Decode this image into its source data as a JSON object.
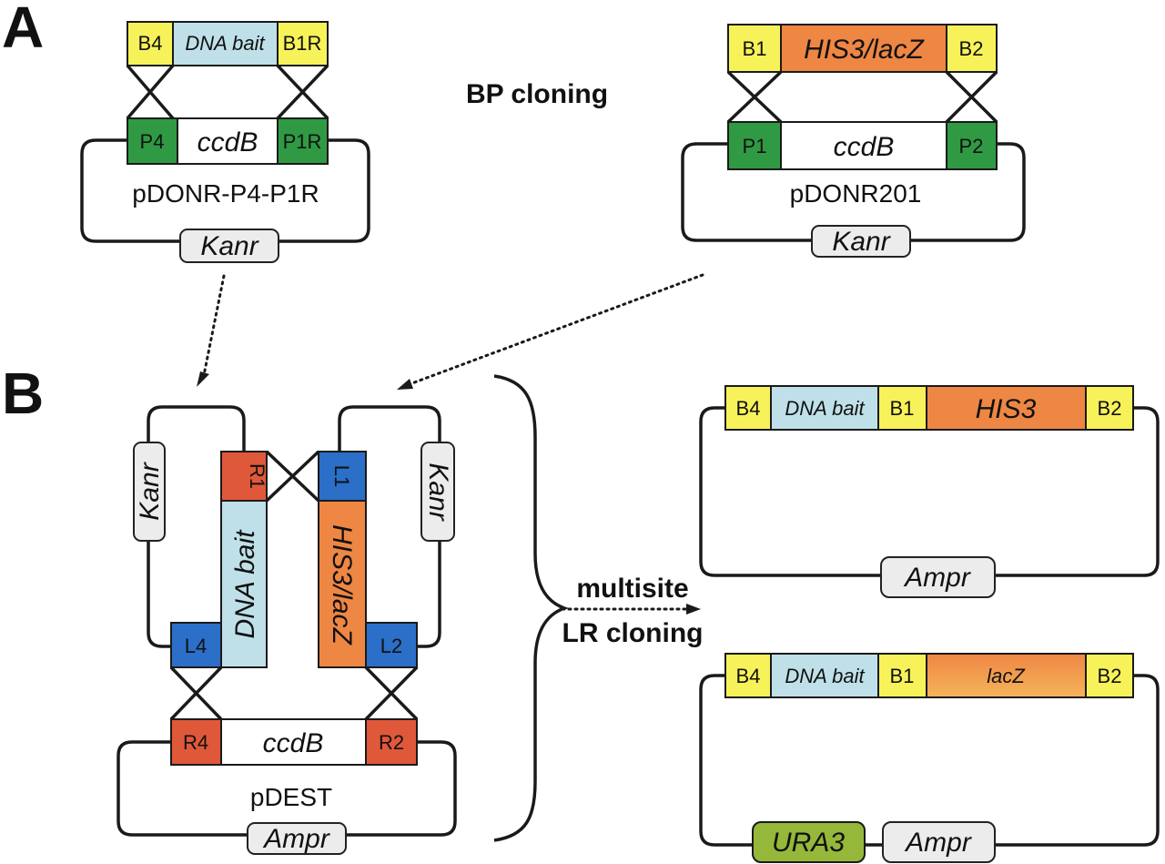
{
  "panel_a": {
    "letter": "A",
    "title": "BP cloning",
    "left_insert": {
      "site1": "B4",
      "gene": "DNA bait",
      "site2": "B1R"
    },
    "left_vector": {
      "site1": "P4",
      "gene": "ccdB",
      "site2": "P1R",
      "name": "pDONR-P4-P1R",
      "marker": "Kanr"
    },
    "right_insert": {
      "site1": "B1",
      "gene": "HIS3/lacZ",
      "site2": "B2"
    },
    "right_vector": {
      "site1": "P1",
      "gene": "ccdB",
      "site2": "P2",
      "name": "pDONR201",
      "marker": "Kanr"
    }
  },
  "panel_b": {
    "letter": "B",
    "entry_left": {
      "top_site": "R1",
      "gene": "DNA bait",
      "bottom_site": "L4",
      "marker": "Kanr"
    },
    "entry_right": {
      "top_site": "L1",
      "gene": "HIS3/lacZ",
      "bottom_site": "L2",
      "marker": "Kanr"
    },
    "dest": {
      "site1": "R4",
      "gene": "ccdB",
      "site2": "R2",
      "name": "pDEST",
      "marker": "Ampr"
    },
    "reaction": {
      "line1": "multisite",
      "line2": "LR cloning"
    },
    "product1": {
      "s1": "B4",
      "g1": "DNA bait",
      "s2": "B1",
      "g2": "HIS3",
      "s3": "B2",
      "marker": "Ampr"
    },
    "product2": {
      "s1": "B4",
      "g1": "DNA bait",
      "s2": "B1",
      "g2": "lacZ",
      "s3": "B2",
      "marker1": "URA3",
      "marker2": "Ampr"
    }
  },
  "colors": {
    "att_b": "#f8f25a",
    "att_p": "#2f9a43",
    "att_l": "#2b6fc8",
    "att_r": "#e0583a",
    "bait": "#bfe0e8",
    "reporter": "#ee8644",
    "reporter_light": "#f2a050",
    "ura3": "#95b73a",
    "pill": "#ececec"
  }
}
